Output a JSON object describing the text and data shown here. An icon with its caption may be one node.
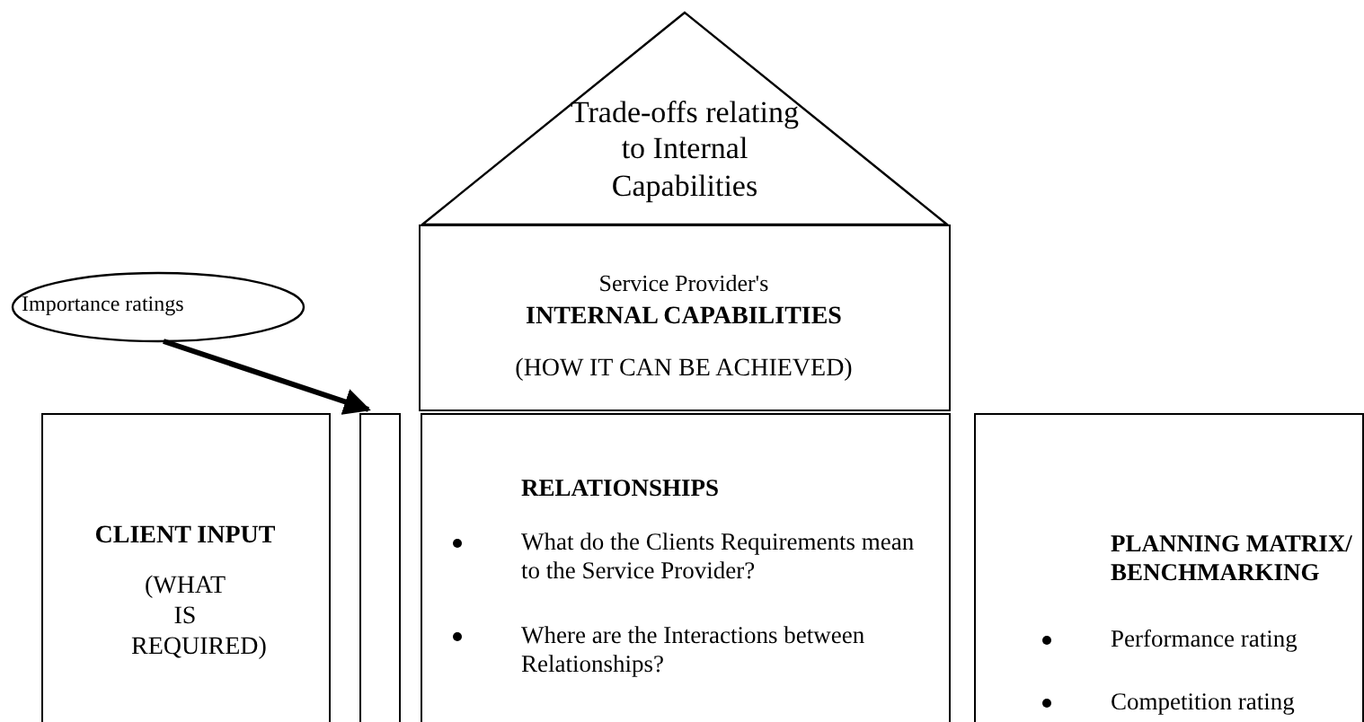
{
  "diagram": {
    "nodes": [
      {
        "text": [
          "Trade-offs relating to Internal Capabilities"
        ]
      },
      {
        "text": [
          "Importance ratings"
        ]
      },
      {
        "text": [
          "Service Provider's",
          "INTERNAL CAPABILITIES",
          "(HOW IT CAN BE ACHIEVED)"
        ]
      },
      {
        "text": [
          "CLIENT INPUT",
          "(WHAT IS REQUIRED)"
        ]
      },
      {
        "text": [],
        "shape": "box"
      },
      {
        "text": [
          "RELATIONSHIPS",
          "What do the Clients Requirements mean to the Service Provider?",
          "Where are the Interactions between Relationships?"
        ]
      },
      {
        "text": [
          "PLANNING MATRIX/ BENCHMARKING",
          "Performance rating",
          "Competition rating"
        ]
      }
    ],
    "edges": [
      {
        "from": 1,
        "to": 4,
        "arrow": "to"
      }
    ]
  }
}
